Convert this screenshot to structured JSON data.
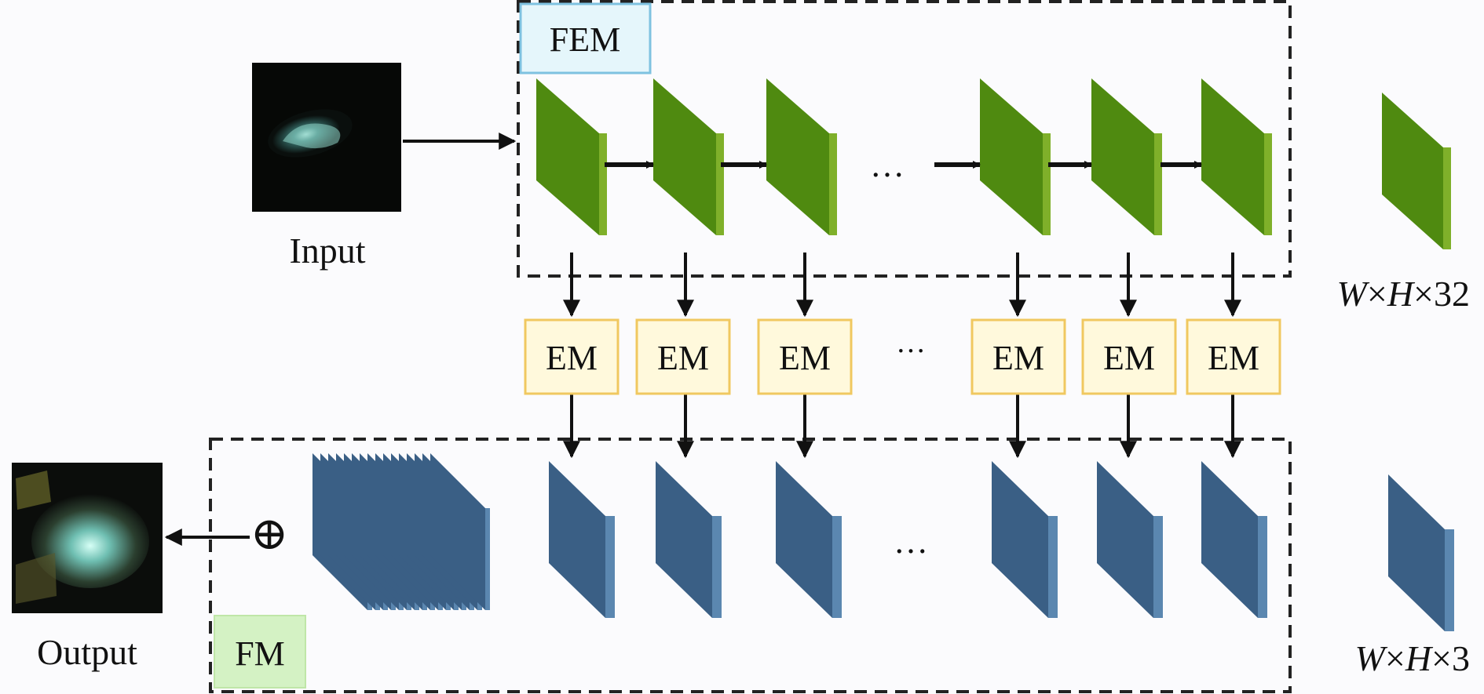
{
  "labels": {
    "input": "Input",
    "output": "Output",
    "fem": "FEM",
    "fm": "FM",
    "top_dim": {
      "w": "W",
      "x1": "×",
      "h": "H",
      "x2": "×",
      "n": "32"
    },
    "bottom_dim": {
      "w": "W",
      "x1": "×",
      "h": "H",
      "x2": "×",
      "n": "3"
    },
    "ellipsis": "…",
    "ellipsis_mid": "···",
    "sum_symbol": "⊕"
  },
  "em_blocks": [
    "EM",
    "EM",
    "EM",
    "EM",
    "EM",
    "EM"
  ],
  "colors": {
    "feature_green": "#4f8a10",
    "feature_green_side": "#7fb02a",
    "feature_blue": "#3a5f85",
    "feature_blue_side": "#5b87b0",
    "em_fill": "#fff9dc",
    "em_border": "#f0c860",
    "fem_fill": "#e5f6fb",
    "fem_border": "#7ec2e0",
    "fm_fill": "#d4f2c4",
    "dashed_border": "#222222"
  }
}
